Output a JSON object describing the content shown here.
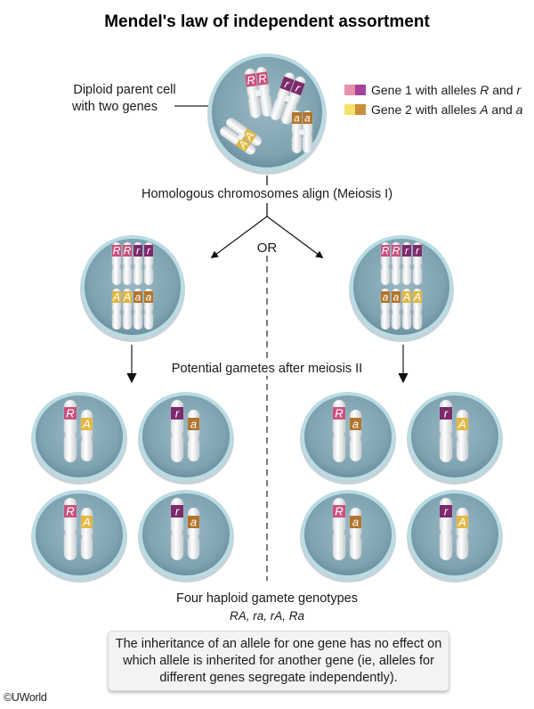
{
  "title": "Mendel's law of independent assortment",
  "parent_label": {
    "line1": "Diploid parent cell",
    "line2": "with two genes"
  },
  "legend": {
    "items": [
      {
        "label_pre": "Gene 1 with alleles ",
        "allele_dom": "R",
        "and": " and ",
        "allele_rec": "r",
        "dominant_color": "#e07aa0",
        "recessive_color": "#9a3a8e"
      },
      {
        "label_pre": "Gene 2 with alleles ",
        "allele_dom": "A",
        "and": " and ",
        "allele_rec": "a",
        "dominant_color": "#f3d561",
        "recessive_color": "#c08a36"
      }
    ]
  },
  "step1_label": "Homologous chromosomes align (Meiosis I)",
  "or_label": "OR",
  "step2_label": "Potential gametes after meiosis II",
  "result_label": "Four haploid gamete genotypes",
  "result_genotypes": "RA, ra, rA, Ra",
  "infobox": {
    "line1": "The inheritance of an allele for one gene has no effect on",
    "line2": "which allele is inherited for another gene (ie, alleles for",
    "line3": "different genes segregate independently)."
  },
  "copyright": "©UWorld",
  "colors": {
    "R": "#c9527f",
    "r": "#7d2a6c",
    "A": "#e2b842",
    "a": "#b2752c",
    "cell_fill": "#8fb1bd",
    "cell_rim": "#b9dbe3"
  },
  "parent_cell": {
    "pairs": [
      {
        "gene": 1,
        "alleles": [
          "R",
          "R"
        ]
      },
      {
        "gene": 1,
        "alleles": [
          "r",
          "r"
        ]
      },
      {
        "gene": 2,
        "alleles": [
          "A",
          "A"
        ]
      },
      {
        "gene": 2,
        "alleles": [
          "a",
          "a"
        ]
      }
    ]
  },
  "meiosis1_cells": [
    {
      "side": "left",
      "top_row": [
        "R",
        "R",
        "r",
        "r"
      ],
      "bottom_row": [
        "A",
        "A",
        "a",
        "a"
      ]
    },
    {
      "side": "right",
      "top_row": [
        "R",
        "R",
        "r",
        "r"
      ],
      "bottom_row": [
        "a",
        "a",
        "A",
        "A"
      ]
    }
  ],
  "gametes": [
    {
      "side": "left",
      "alleles": [
        "R",
        "A"
      ]
    },
    {
      "side": "left",
      "alleles": [
        "r",
        "a"
      ]
    },
    {
      "side": "left",
      "alleles": [
        "R",
        "A"
      ]
    },
    {
      "side": "left",
      "alleles": [
        "r",
        "a"
      ]
    },
    {
      "side": "right",
      "alleles": [
        "R",
        "a"
      ]
    },
    {
      "side": "right",
      "alleles": [
        "r",
        "A"
      ]
    },
    {
      "side": "right",
      "alleles": [
        "R",
        "a"
      ]
    },
    {
      "side": "right",
      "alleles": [
        "r",
        "A"
      ]
    }
  ]
}
